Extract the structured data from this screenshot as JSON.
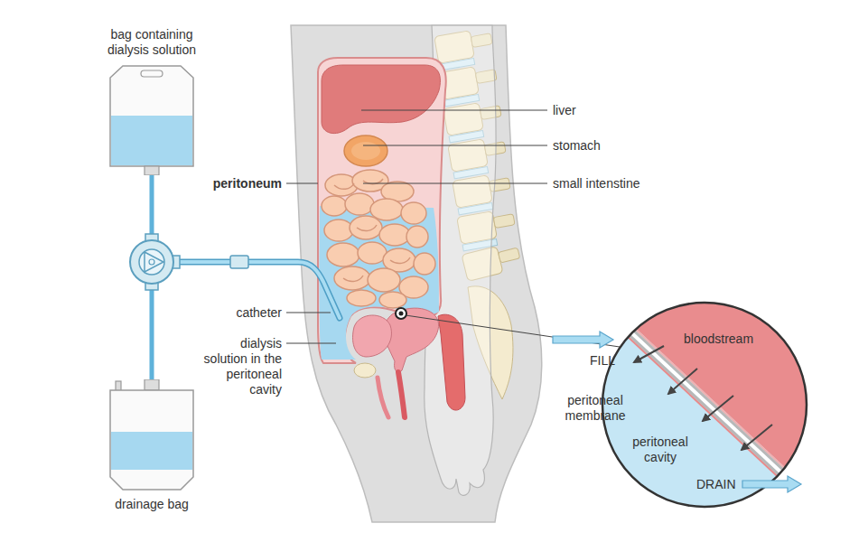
{
  "diagram": {
    "nodes": [
      {
        "text": [
          "bag containing dialysis solution"
        ]
      },
      {
        "text": [
          "drainage bag"
        ]
      }
    ],
    "edges": [
      {
        "from": 0,
        "to": 1,
        "arrow": "none"
      }
    ],
    "labels": [
      "peritoneum",
      "liver",
      "stomach",
      "small intenstine",
      "catheter",
      "dialysis solution in the peritoneal cavity",
      "bloodstream",
      "FILL",
      "peritoneal membrane",
      "peritoneal cavity",
      "DRAIN"
    ]
  }
}
